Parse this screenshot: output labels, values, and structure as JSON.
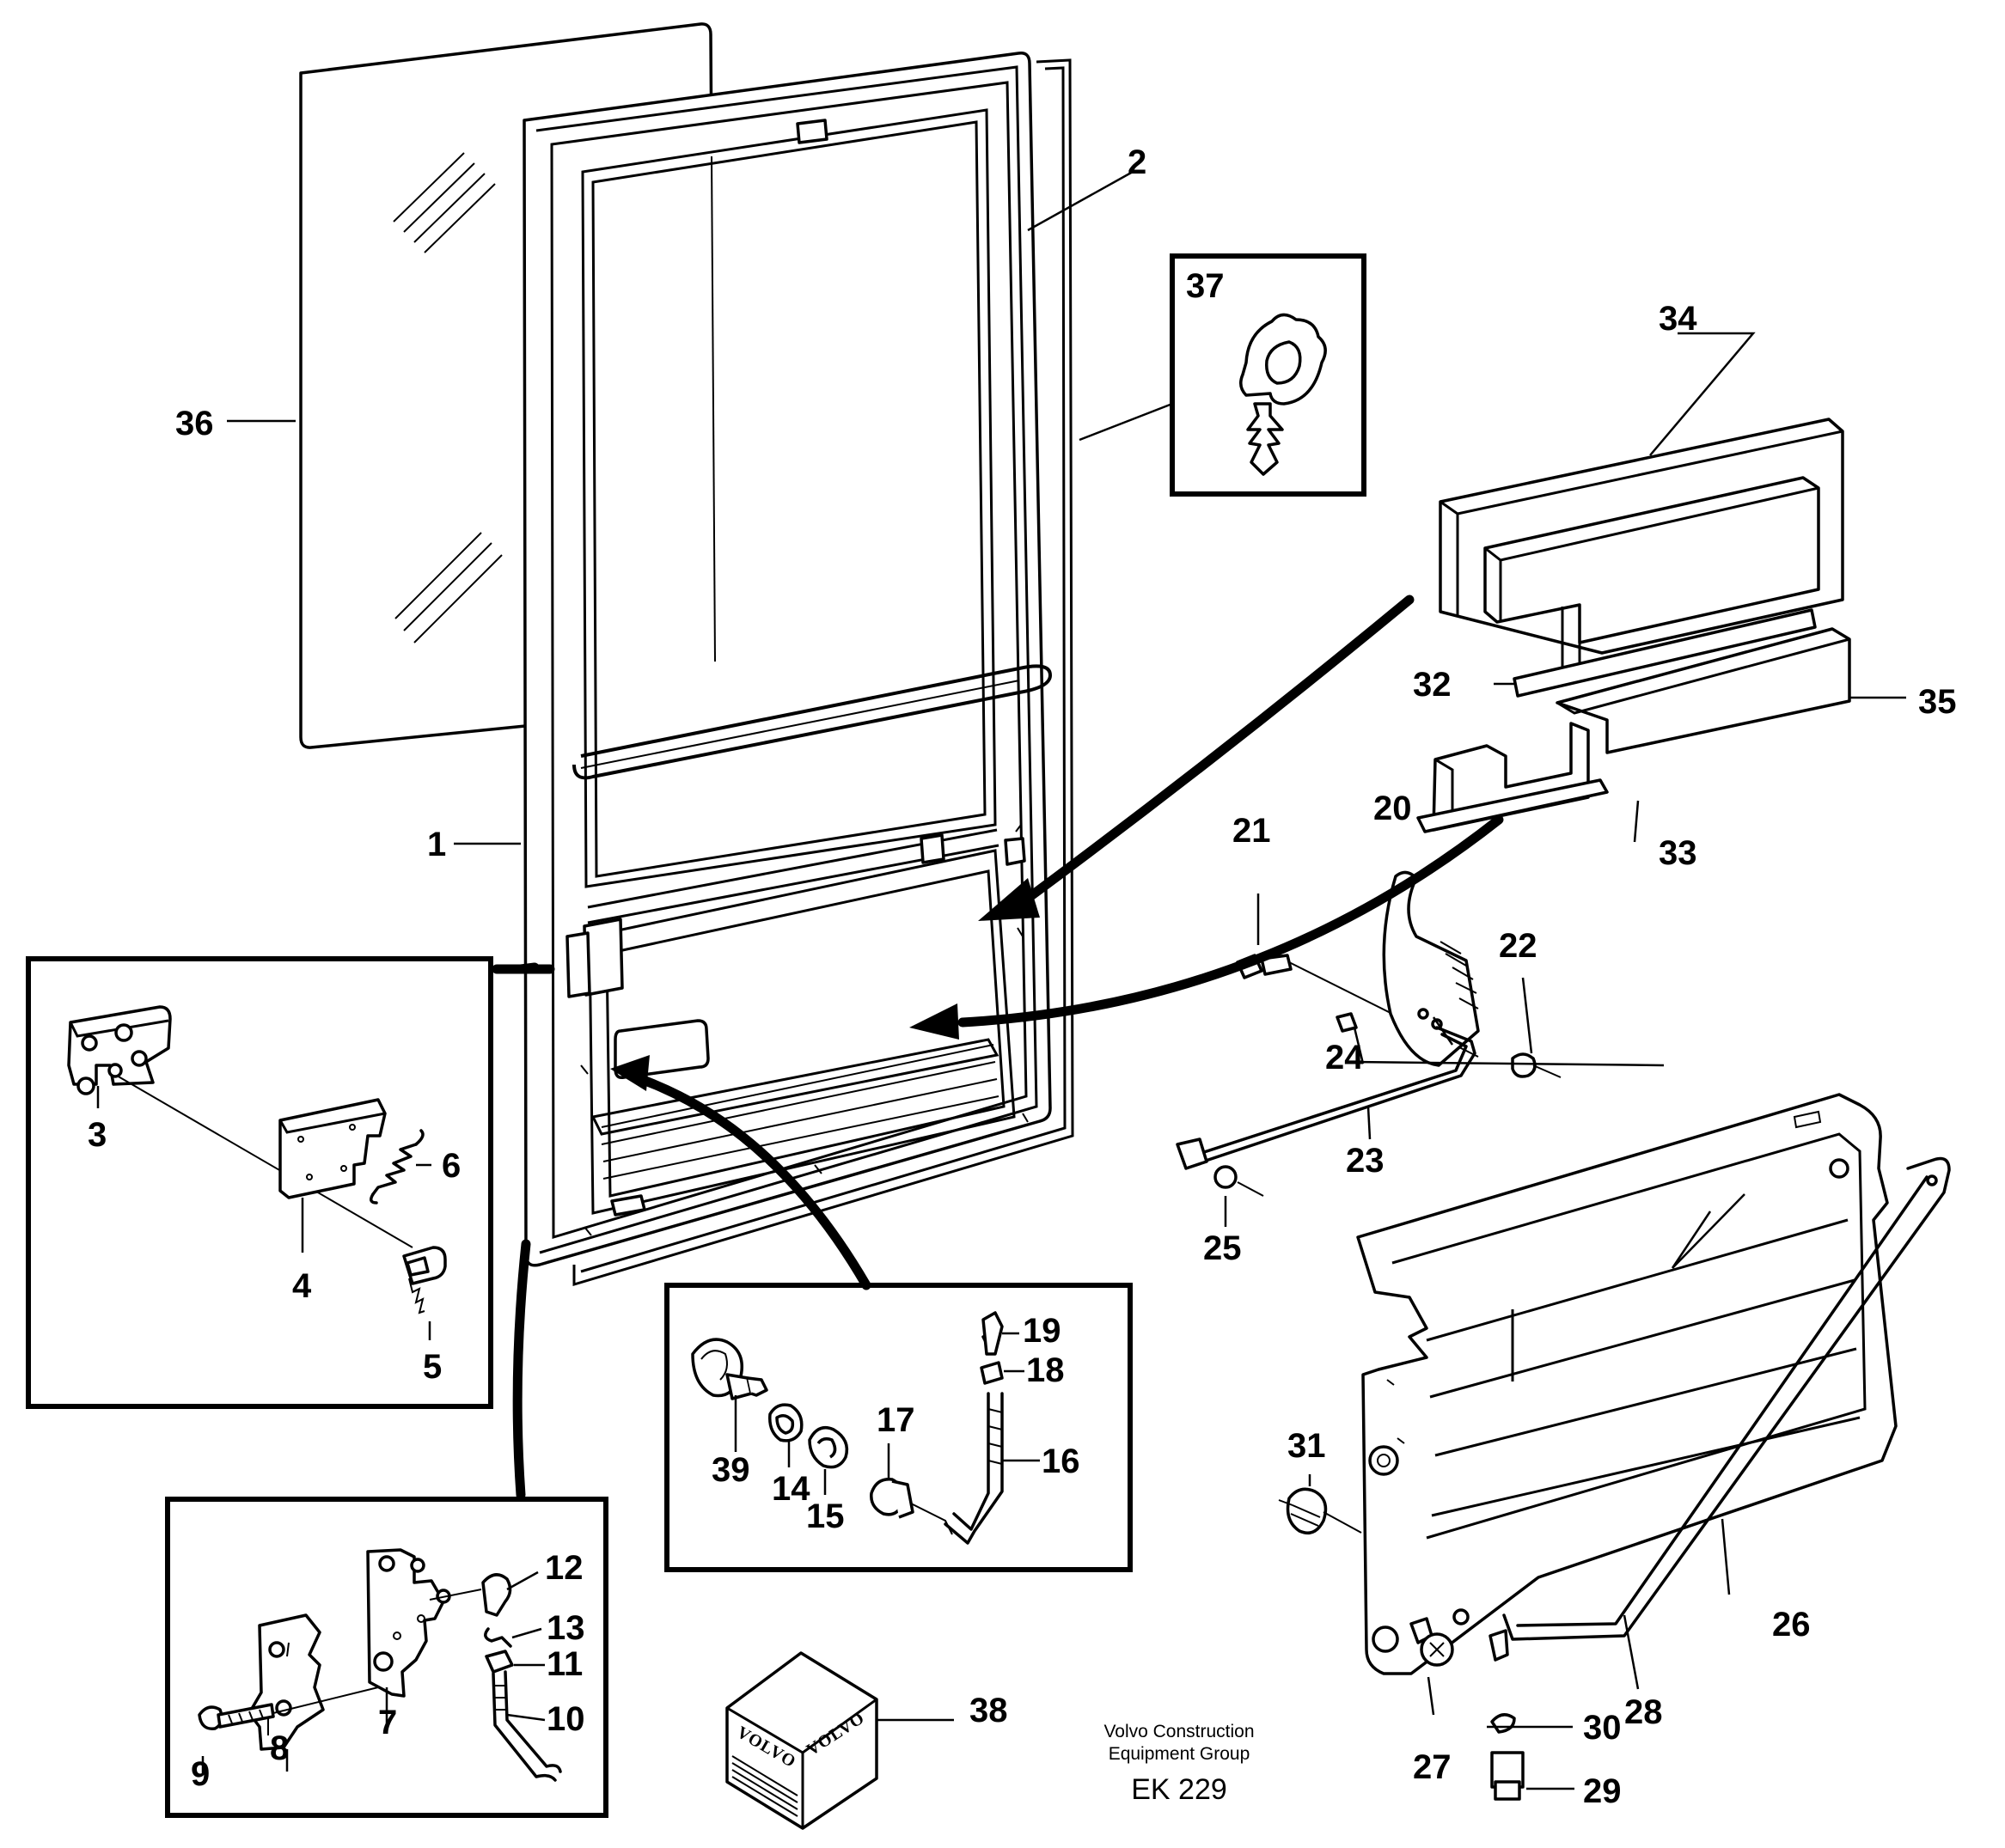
{
  "diagram": {
    "callouts": [
      "1",
      "2",
      "3",
      "4",
      "5",
      "6",
      "7",
      "8",
      "9",
      "10",
      "11",
      "12",
      "13",
      "14",
      "15",
      "16",
      "17",
      "18",
      "19",
      "20",
      "21",
      "22",
      "23",
      "24",
      "25",
      "26",
      "27",
      "28",
      "29",
      "30",
      "31",
      "32",
      "33",
      "34",
      "35",
      "36",
      "37",
      "38",
      "39"
    ],
    "credit_line_1": "Volvo Construction",
    "credit_line_2": "Equipment Group",
    "drawing_code": "EK 229",
    "box_brand": "VOLVO"
  }
}
